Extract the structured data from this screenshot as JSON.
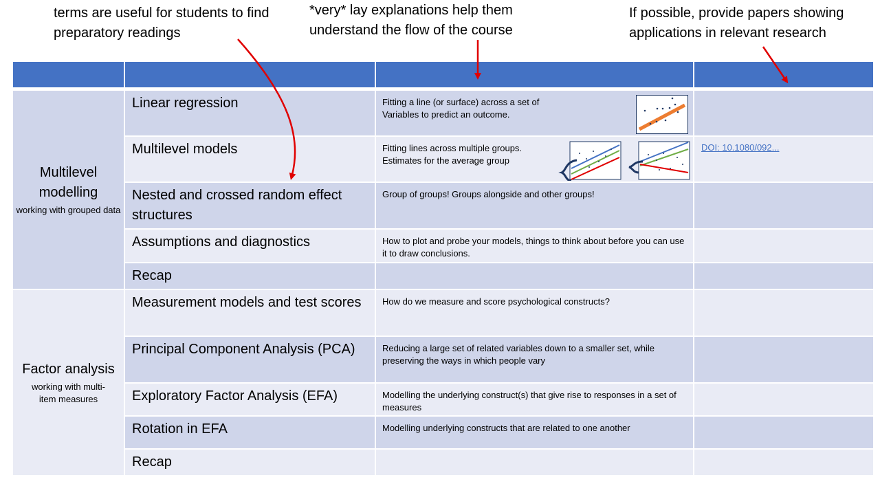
{
  "annotations": {
    "terms": "terms are useful for students to find preparatory readings",
    "lay": "*very* lay explanations help them understand the flow of the course",
    "papers": "If possible, provide papers showing applications in relevant research"
  },
  "sections": [
    {
      "title": "Multilevel modelling",
      "subtitle": "working with grouped data",
      "rows": [
        {
          "topic": "Linear regression",
          "desc": "Fitting a line (or surface) across a set of Variables to predict an outcome.",
          "paper": ""
        },
        {
          "topic": "Multilevel models",
          "desc": "Fitting lines across multiple groups. Estimates for the average group",
          "paper": "DOI: 10.1080/092..."
        },
        {
          "topic": "Nested and crossed random effect structures",
          "desc": "Group of groups! Groups alongside and other groups!",
          "paper": ""
        },
        {
          "topic": "Assumptions and diagnostics",
          "desc": "How to plot and probe your models, things to think about before you can use it to draw conclusions.",
          "paper": ""
        },
        {
          "topic": "Recap",
          "desc": "",
          "paper": ""
        }
      ]
    },
    {
      "title": "Factor analysis",
      "subtitle": "working with multi-item measures",
      "rows": [
        {
          "topic": "Measurement models and test scores",
          "desc": "How do we measure and score psychological constructs?",
          "paper": ""
        },
        {
          "topic": "Principal Component Analysis (PCA)",
          "desc": "Reducing a large set of related variables down to a smaller set, while preserving the ways in which people vary",
          "paper": ""
        },
        {
          "topic": "Exploratory Factor Analysis (EFA)",
          "desc": "Modelling the underlying construct(s) that give rise to responses in a set of measures",
          "paper": ""
        },
        {
          "topic": "Rotation in EFA",
          "desc": "Modelling underlying constructs that are related to one another",
          "paper": ""
        },
        {
          "topic": "Recap",
          "desc": "",
          "paper": ""
        }
      ]
    }
  ],
  "colors": {
    "header": "#4472c4",
    "row_dark": "#cfd5ea",
    "row_light": "#e9ebf5",
    "annotation_arrow": "#e00000"
  },
  "icons": [
    "scatter-regression-icon",
    "multilevel-lines-icon",
    "random-slopes-icon"
  ]
}
